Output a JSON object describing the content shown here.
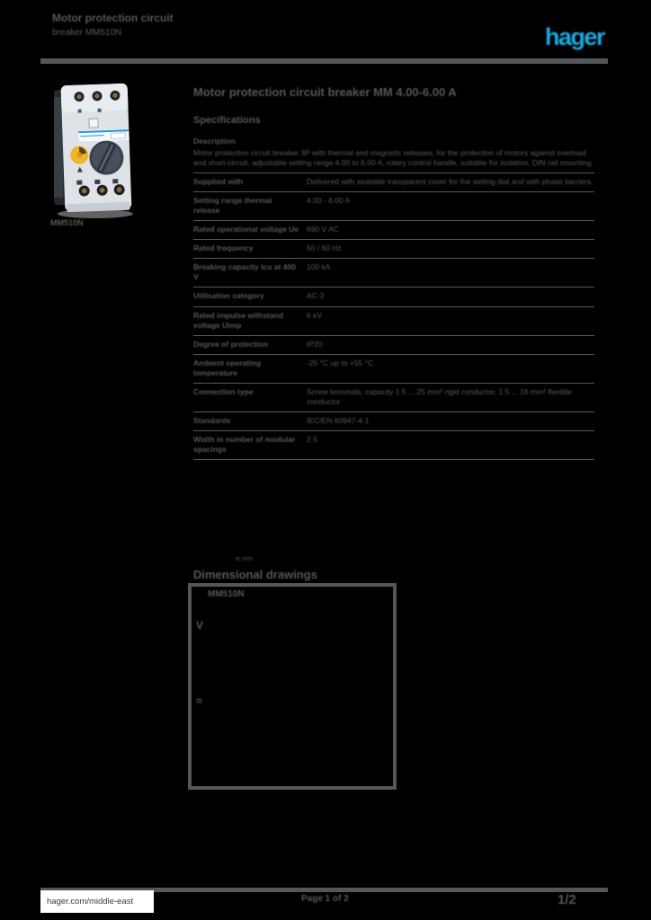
{
  "header": {
    "line1": "Motor protection circuit",
    "line2": "breaker MM510N",
    "logo_text": "hager",
    "logo_color": "#1BA9E1"
  },
  "product": {
    "image_caption": "MM510N",
    "image_alt": "motor-protection-circuit-breaker-photo"
  },
  "main": {
    "title": "Motor protection circuit breaker MM 4.00-6.00 A",
    "section1_label": "Specifications",
    "table": {
      "rows": [
        {
          "label": "Description",
          "value": "Motor protection circuit breaker 3P with thermal and magnetic releases, for the protection of motors against overload and short-circuit, adjustable setting range 4.00 to 6.00 A, rotary control handle, suitable for isolation, DIN rail mounting."
        },
        {
          "label": "Supplied with",
          "value": "Delivered with sealable transparent cover for the setting dial and with phase barriers."
        },
        {
          "label": "Setting range thermal release",
          "value": "4.00 - 6.00 A"
        },
        {
          "label": "Rated operational voltage Ue",
          "value": "690 V AC"
        },
        {
          "label": "Rated frequency",
          "value": "50 / 60 Hz"
        },
        {
          "label": "Breaking capacity Icu at 400 V",
          "value": "100 kA"
        },
        {
          "label": "Utilisation category",
          "value": "AC-3"
        },
        {
          "label": "Rated impulse withstand voltage Uimp",
          "value": "6 kV"
        },
        {
          "label": "Degree of protection",
          "value": "IP20"
        },
        {
          "label": "Ambient operating temperature",
          "value": "-25 °C up to +55 °C"
        },
        {
          "label": "Connection type",
          "value": "Screw terminals, capacity 1.5 ... 25 mm² rigid conductor, 1.5 ... 16 mm² flexible conductor"
        },
        {
          "label": "Standards",
          "value": "IEC/EN 60947-4-1"
        },
        {
          "label": "Width in number of modular spacings",
          "value": "2.5"
        }
      ]
    },
    "section2": {
      "small_note": "in mm",
      "title": "Dimensional drawings",
      "box_label": "MM510N",
      "mark1": "V",
      "mark2": "≈"
    }
  },
  "footer": {
    "left_chip": "hager.com/middle-east",
    "center_text": "Page 1 of 2",
    "right_text": "1/2"
  },
  "colors": {
    "background": "#000000",
    "text_gray": "#54565a",
    "logo_blue": "#1BA9E1",
    "chip_white": "#ffffff"
  }
}
